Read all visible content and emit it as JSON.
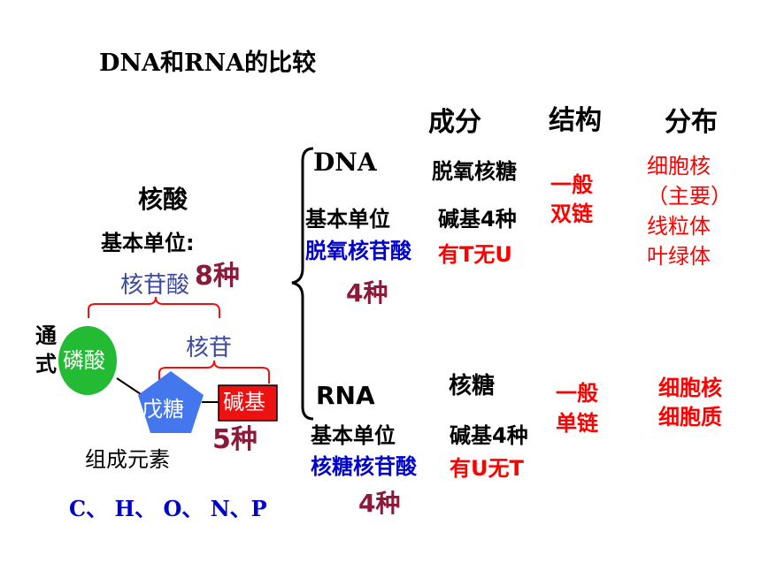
{
  "title": "DNA和RNA的比较",
  "colors": {
    "black": "#000000",
    "red": "#ff0000",
    "maroon": "#8b1a3a",
    "blue": "#0000cc",
    "steel": "#3a4aa0",
    "green_circle": "#22bb33",
    "blue_pentagon": "#4477ee",
    "red_box": "#ee1111"
  },
  "left": {
    "heading": "核酸",
    "unit_label": "基本单位:",
    "nucleotide": "核苷酸",
    "nucleotide_count": "8种",
    "formula_label_top": "通",
    "formula_label_bottom": "式",
    "phosphate": "磷酸",
    "nucleoside": "核苷",
    "pentose": "戊糖",
    "base": "碱基",
    "base_count": "5种",
    "elements_label": "组成元素",
    "elements": "C、 H、 O、 N、P"
  },
  "columns": {
    "component": "成分",
    "structure": "结构",
    "distribution": "分布"
  },
  "dna": {
    "name": "DNA",
    "unit_label": "基本单位",
    "unit": "脱氧核苷酸",
    "unit_count": "4种",
    "sugar": "脱氧核糖",
    "base_count": "碱基4种",
    "base_note": "有T无U",
    "structure_line1": "一般",
    "structure_line2": "双链",
    "distribution_line1": "细胞核",
    "distribution_line2": "（主要）",
    "distribution_line3": "线粒体",
    "distribution_line4": "叶绿体"
  },
  "rna": {
    "name": "RNA",
    "unit_label": "基本单位",
    "unit": "核糖核苷酸",
    "unit_count": "4种",
    "sugar": "核糖",
    "base_count": "碱基4种",
    "base_note": "有U无T",
    "structure_line1": "一般",
    "structure_line2": "单链",
    "distribution_line1": "细胞核",
    "distribution_line2": "细胞质"
  }
}
